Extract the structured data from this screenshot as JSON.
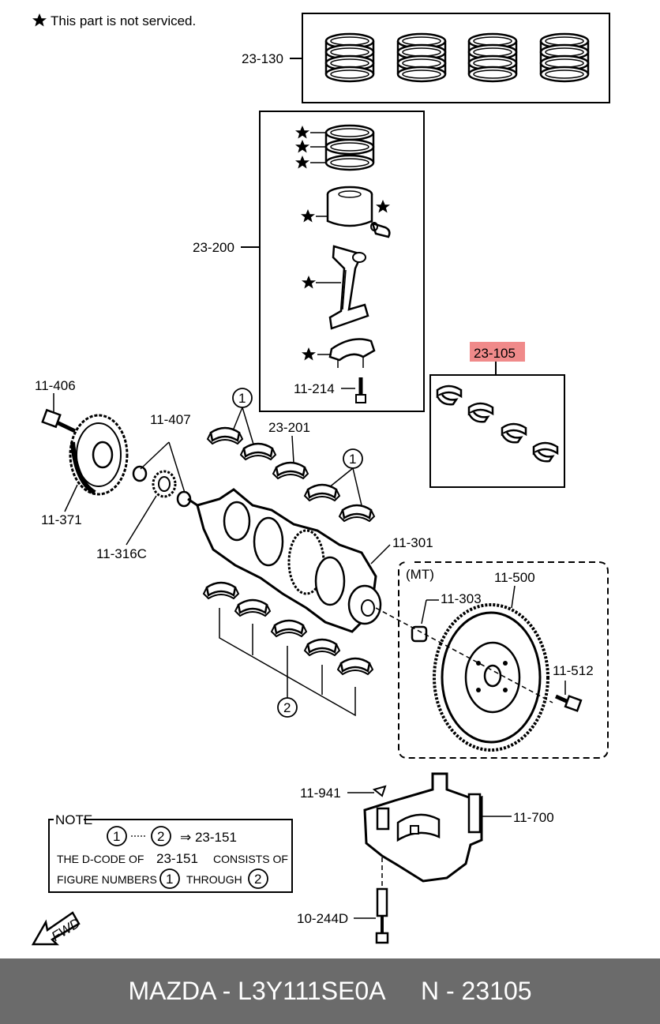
{
  "notice": "This part is not serviced.",
  "labels": {
    "l23130": "23-130",
    "l23200": "23-200",
    "l11214": "11-214",
    "l23105": "23-105",
    "l11406": "11-406",
    "l11407": "11-407",
    "l23201": "23-201",
    "l11371": "11-371",
    "l11316c": "11-316C",
    "l11301": "11-301",
    "mt": "(MT)",
    "l11303": "11-303",
    "l11500": "11-500",
    "l11512": "11-512",
    "l11941": "11-941",
    "l11700": "11-700",
    "l10244d": "10-244D",
    "c1a": "1",
    "c1b": "1",
    "c2": "2"
  },
  "note": {
    "title": "NOTE",
    "n1": "1",
    "n2": "2",
    "arrow_code": "⇒ 23-151",
    "line2a": "THE D-CODE OF",
    "line2b": "23-151",
    "line2c": "CONSISTS OF",
    "line3a": "FIGURE NUMBERS",
    "line3b": "THROUGH",
    "c1": "1",
    "c2": "2"
  },
  "fwd": "FWD",
  "highlight_color": "#f08a8a",
  "footer": {
    "brand_part": "MAZDA - L3Y111SE0A",
    "ref": "N - 23105"
  }
}
